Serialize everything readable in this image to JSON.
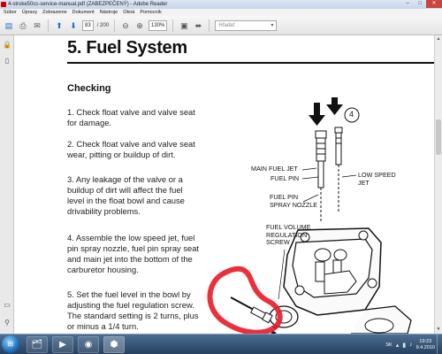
{
  "window": {
    "title": "4-stroke50cc-service-manual.pdf (ZABEZPEČENÝ) - Adobe Reader",
    "minimize": "–",
    "maximize": "□",
    "close": "✕"
  },
  "menu": [
    "Súbor",
    "Úpravy",
    "Zobrazenie",
    "Dokument",
    "Nástroje",
    "Okná",
    "Pomocník"
  ],
  "toolbar": {
    "page_current": "83",
    "page_total": "/ 200",
    "zoom": "130%",
    "search_placeholder": "Hľadať"
  },
  "document": {
    "title": "5. Fuel System",
    "section": "Checking",
    "steps": [
      "1.   Check float valve and valve seat for damage.",
      "2.   Check float valve and valve seat wear, pitting or buildup of dirt.",
      "3.   Any leakage of the valve or a buildup of dirt will affect the fuel level in the float bowl and cause drivability problems.",
      "4.   Assemble the low speed jet, fuel pin spray nozzle, fuel pin spray seat and main jet into the bottom of the carburetor housing.",
      "5.   Set the fuel level in the bowl by adjusting the fuel regulation screw. The standard setting is 2 turns, plus or minus a 1/4 turn."
    ],
    "diagram": {
      "number": "4",
      "labels": {
        "main_fuel_jet": "MAIN FUEL JET",
        "fuel_pin": "FUEL PIN",
        "fuel_pin_spray_nozzle": "FUEL PIN\nSPRAY NOZZLE",
        "low_speed_jet": "LOW SPEED\nJET",
        "fuel_volume_screw": "FUEL VOLUME\nREGULATION\nSCREW"
      },
      "annotation_color": "#e8202a"
    }
  },
  "taskbar": {
    "language": "SK",
    "time": "19:23",
    "date": "9.4.2010"
  }
}
